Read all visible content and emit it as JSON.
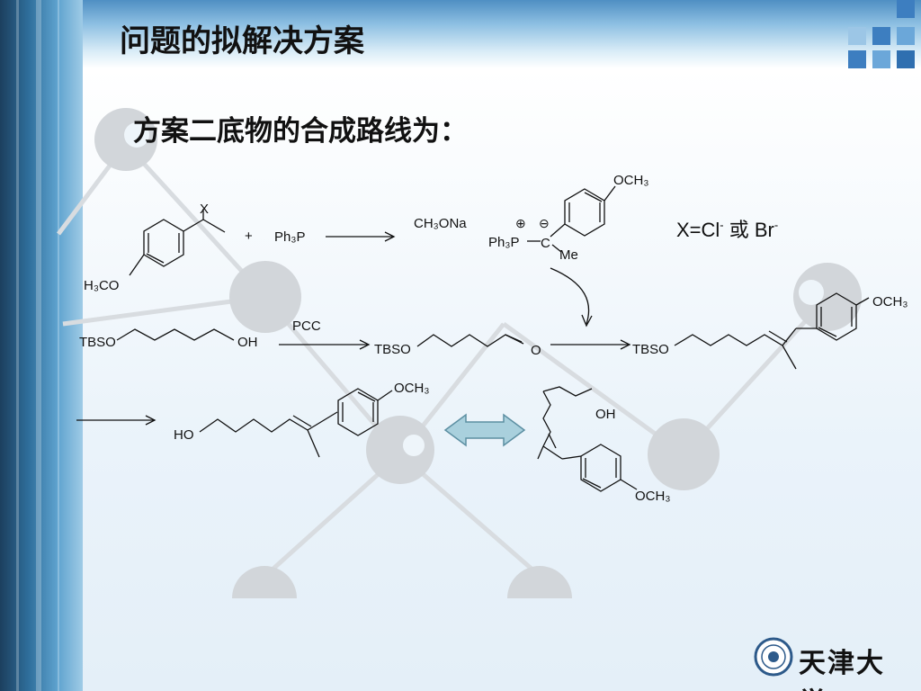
{
  "slide": {
    "title": "问题的拟解决方案",
    "subtitle": "方案二底物的合成路线为："
  },
  "scheme": {
    "substituent_x": "X",
    "methoxy_h3co": "H₃CO",
    "plus": "+",
    "reagent_ph3p": "Ph₃P",
    "base_reagent": "CH₃ONa",
    "ylide_methoxy": "OCH₃",
    "ylide_plus": "⊕",
    "ylide_minus": "⊖",
    "ylide_ph3p": "Ph₃P",
    "ylide_c": "C",
    "ylide_me": "Me",
    "note_prefix": "X=Cl",
    "note_or": " 或 Br",
    "note_sup": "-",
    "tbso_start": "TBSO",
    "oh_start": "OH",
    "oxidant": "PCC",
    "tbso_aldehyde": "TBSO",
    "aldehyde_o": "O",
    "tbso_alkene": "TBSO",
    "alkene_methoxy": "OCH₃",
    "ho_product": "HO",
    "product_methoxy": "OCH₃",
    "alt_oh": "OH",
    "alt_methoxy": "OCH₃"
  },
  "logo": {
    "name": "天津大学"
  },
  "colors": {
    "dark_blue": "#1c3f5e",
    "accent_blue": "#3d7ec0",
    "light_blue": "#9cc6e6",
    "watermark_gray": "#d2d6da",
    "double_arrow_fill": "#a9d0dd"
  }
}
